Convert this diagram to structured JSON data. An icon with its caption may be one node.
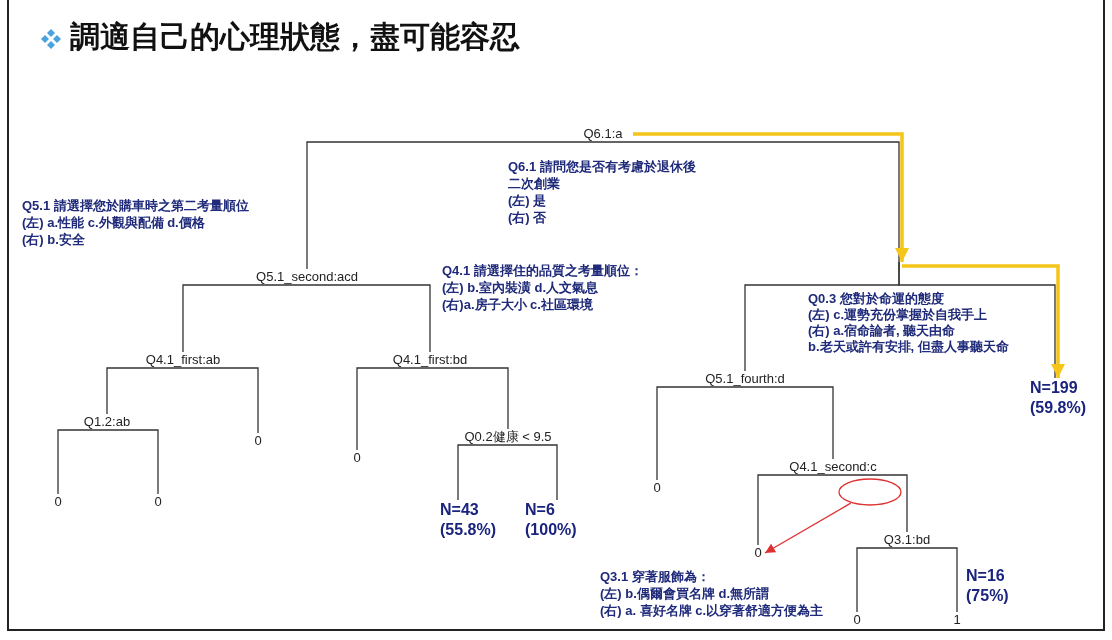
{
  "diagram": {
    "title": "調適自己的心理狀態，盡可能容忍",
    "nodes": [
      {
        "text": [
          "Q6.1:a"
        ]
      },
      {
        "text": [
          "Q5.1_second:acd"
        ]
      },
      {
        "text": [
          "Q4.1_first:ab"
        ]
      },
      {
        "text": [
          "Q1.2:ab"
        ]
      },
      {
        "text": [
          "0"
        ]
      },
      {
        "text": [
          "0"
        ]
      },
      {
        "text": [
          "0"
        ]
      },
      {
        "text": [
          "Q4.1_first:bd"
        ]
      },
      {
        "text": [
          "0"
        ]
      },
      {
        "text": [
          "Q0.2健康 < 9.5"
        ]
      },
      {
        "text": [
          "N=43 (55.8%)"
        ]
      },
      {
        "text": [
          "N=6 (100%)"
        ]
      },
      {
        "text": [],
        "shape": "bar"
      },
      {
        "text": [
          "Q5.1_fourth:d"
        ]
      },
      {
        "text": [
          "0"
        ]
      },
      {
        "text": [
          "Q4.1_second:c"
        ]
      },
      {
        "text": [
          "0"
        ]
      },
      {
        "text": [
          "Q3.1:bd"
        ]
      },
      {
        "text": [
          "0"
        ]
      },
      {
        "text": [
          "1"
        ],
        "beside": [
          "N=16 (75%)"
        ]
      },
      {
        "text": [
          "N=199 (59.8%)"
        ]
      },
      {
        "text": [],
        "shape": "ellipse"
      }
    ],
    "edges": [
      {
        "from": 0,
        "to": 1,
        "arrow": "none"
      },
      {
        "from": 0,
        "to": 12,
        "arrow": "none"
      },
      {
        "from": 1,
        "to": 2,
        "arrow": "none"
      },
      {
        "from": 1,
        "to": 7,
        "arrow": "none"
      },
      {
        "from": 2,
        "to": 3,
        "arrow": "none"
      },
      {
        "from": 2,
        "to": 6,
        "arrow": "none"
      },
      {
        "from": 3,
        "to": 4,
        "arrow": "none"
      },
      {
        "from": 3,
        "to": 5,
        "arrow": "none"
      },
      {
        "from": 7,
        "to": 8,
        "arrow": "none"
      },
      {
        "from": 7,
        "to": 9,
        "arrow": "none"
      },
      {
        "from": 9,
        "to": 10,
        "arrow": "none"
      },
      {
        "from": 9,
        "to": 11,
        "arrow": "none"
      },
      {
        "from": 12,
        "to": 13,
        "arrow": "none"
      },
      {
        "from": 12,
        "to": 20,
        "arrow": "none"
      },
      {
        "from": 13,
        "to": 14,
        "arrow": "none"
      },
      {
        "from": 13,
        "to": 15,
        "arrow": "none"
      },
      {
        "from": 15,
        "to": 16,
        "arrow": "none"
      },
      {
        "from": 15,
        "to": 17,
        "arrow": "none"
      },
      {
        "from": 17,
        "to": 18,
        "arrow": "none"
      },
      {
        "from": 17,
        "to": 19,
        "arrow": "none"
      },
      {
        "from": 0,
        "to": 12,
        "arrow": "to",
        "style": "thick",
        "color": "#f5c518"
      },
      {
        "from": 12,
        "to": 20,
        "arrow": "to",
        "style": "thick",
        "color": "#f5c518"
      },
      {
        "from": 21,
        "to": 16,
        "arrow": "to",
        "color": "#e03030"
      }
    ],
    "labels": [
      "Q5.1 請選擇您於購車時之第二考量順位",
      "(左) a.性能 c.外觀與配備 d.價格",
      "(右) b.安全",
      "Q6.1 請問您是否有考慮於退休後二次創業",
      "(左) 是",
      "(右) 否",
      "Q4.1 請選擇住的品質之考量順位：",
      "(左) b.室內裝潢 d.人文氣息",
      "(右)a.房子大小 c.社區環境",
      "Q0.3 您對於命運的態度",
      "(左) c.運勢充份掌握於自我手上",
      "(右) a.宿命論者, 聽天由命",
      "b.老天或許有安排, 但盡人事聽天命",
      "Q3.1 穿著服飾為：",
      "(左) b.偶爾會買名牌 d.無所謂",
      "(右) a. 喜好名牌 c.以穿著舒適方便為主"
    ]
  }
}
